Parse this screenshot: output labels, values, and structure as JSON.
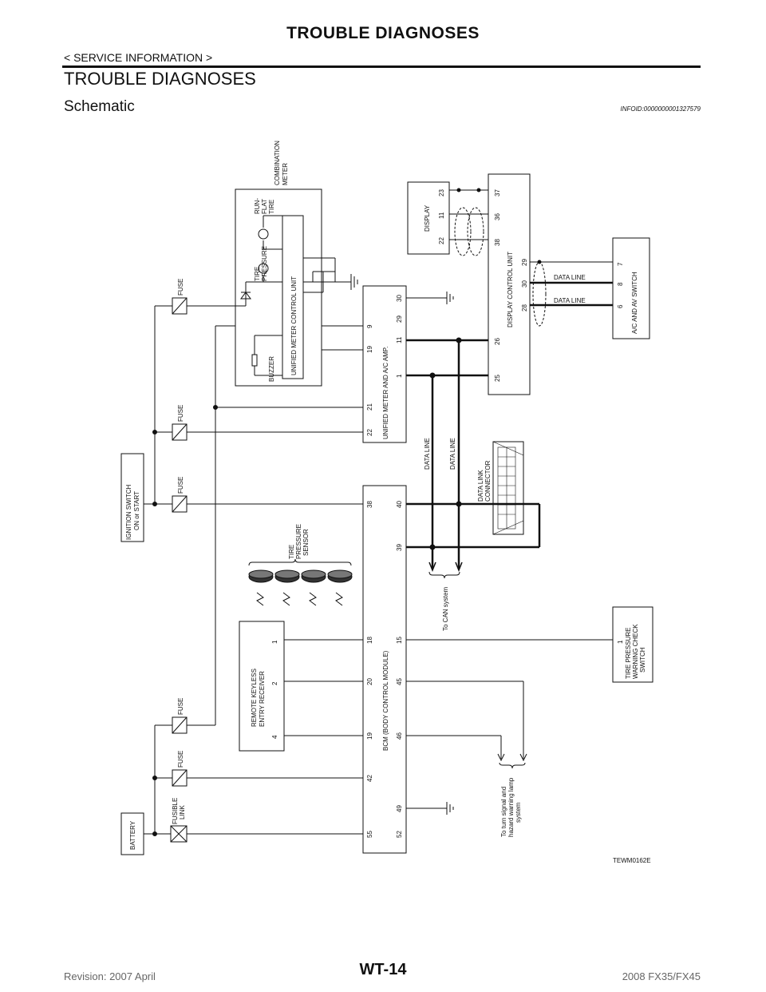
{
  "header": {
    "title": "TROUBLE DIAGNOSES",
    "subtitle": "< SERVICE INFORMATION >",
    "section_title": "TROUBLE DIAGNOSES",
    "subsection": "Schematic",
    "info_id": "INFOID:0000000001327579"
  },
  "footer": {
    "page": "WT-14",
    "revision": "Revision: 2007 April",
    "model": "2008 FX35/FX45"
  },
  "diagram": {
    "labels": {
      "combination_meter": [
        "COMBINATION",
        "METER"
      ],
      "run_flat_tire": [
        "RUN-",
        "FLAT",
        "TIRE"
      ],
      "tire_pressure": [
        "TIRE",
        "PRESSURE"
      ],
      "unified_meter_control_unit": "UNIFIED METER CONTROL UNIT",
      "buzzer": "BUZZER",
      "unified_meter_ac_amp": "UNIFIED METER AND A/C AMP.",
      "display": "DISPLAY",
      "display_control_unit": "DISPLAY CONTROL UNIT",
      "ac_av_switch": "A/C AND AV SWITCH",
      "data_line": "DATA LINE",
      "data_link_connector": [
        "DATA LINK",
        "CONNECTOR"
      ],
      "to_can_system": "To CAN system",
      "ignition_switch": [
        "IGNITION SWITCH",
        "ON or START"
      ],
      "fuse": "FUSE",
      "fusible_link": [
        "FUSIBLE",
        "LINK"
      ],
      "battery": "BATTERY",
      "tire_pressure_sensor": [
        "TIRE",
        "PRESSURE",
        "SENSOR"
      ],
      "remote_keyless": [
        "REMOTE KEYLESS",
        "ENTRY RECEIVER"
      ],
      "bcm": "BCM (BODY CONTROL MODULE)",
      "tire_pressure_warning_switch": [
        "TIRE PRESSURE",
        "WARNING CHECK",
        "SWITCH"
      ],
      "turn_signal": [
        "To turn signal and",
        "hazard warning lamp",
        "system"
      ],
      "figure_code": "TEWM0162E"
    },
    "pins": {
      "amp_top": [
        "22",
        "21",
        "19",
        "9"
      ],
      "amp_bottom": [
        "1",
        "11",
        "29",
        "30"
      ],
      "display_top": [
        "22",
        "11",
        "23"
      ],
      "dcu_right": [
        "37",
        "36",
        "38",
        "29"
      ],
      "dcu_left": [
        "25",
        "26",
        "28",
        "30"
      ],
      "av_switch": [
        "7",
        "8",
        "6"
      ],
      "bcm_top": [
        "38",
        "18",
        "20",
        "19",
        "42",
        "55"
      ],
      "bcm_bottom": [
        "40",
        "39",
        "15",
        "45",
        "46",
        "49",
        "52"
      ],
      "rke": [
        "1",
        "2",
        "4"
      ],
      "tpws": "1"
    }
  }
}
